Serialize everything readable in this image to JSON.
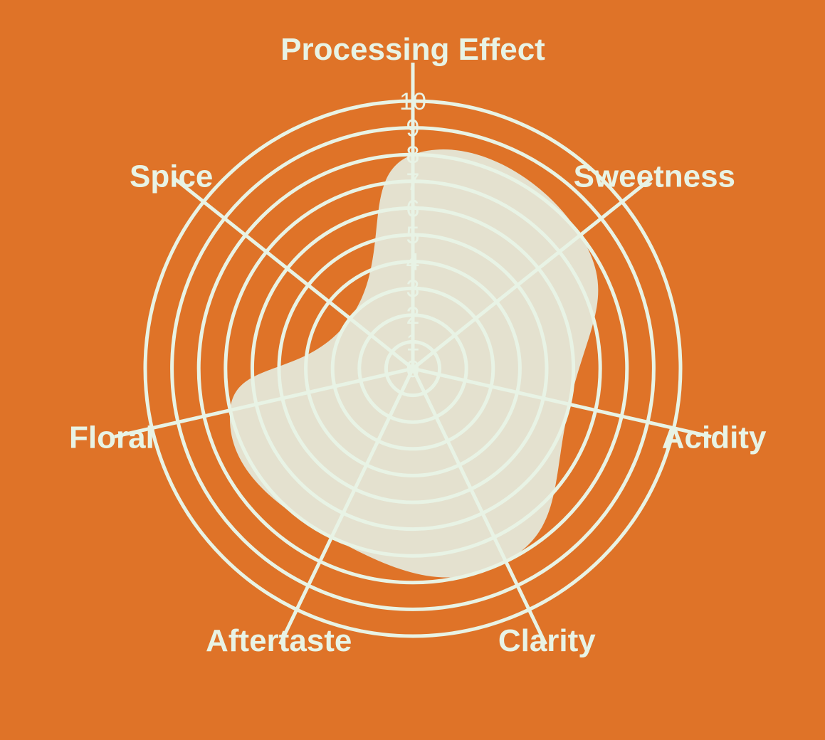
{
  "colors": {
    "background": "#DF7328",
    "grid": "#E8F3E5",
    "fill": "#E4E1CF",
    "text": "#E8F3E5"
  },
  "chart_data": {
    "type": "radar",
    "axes": [
      "Processing Effect",
      "Sweetness",
      "Acidity",
      "Clarity",
      "Aftertaste",
      "Floral",
      "Spice"
    ],
    "ticks": [
      "0",
      "1",
      "2",
      "3",
      "4",
      "5",
      "6",
      "7",
      "8",
      "9",
      "10"
    ],
    "range": [
      0,
      10
    ],
    "series": [
      {
        "values": [
          8,
          8,
          6,
          8,
          7,
          7,
          3
        ]
      }
    ],
    "curve": "smooth-closed",
    "grid": true,
    "legend": "none"
  }
}
